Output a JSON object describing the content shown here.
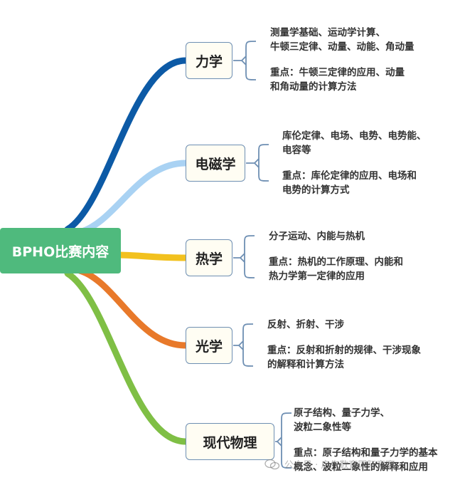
{
  "root": {
    "label": "BPHO比赛内容"
  },
  "topics": [
    {
      "label": "力学",
      "color": "#0c5aa6",
      "desc": [
        "测量学基础、运动学计算、",
        "牛顿三定律、动量、动能、角动量"
      ],
      "focus": [
        "重点：牛顿三定律的应用、动量",
        "和角动量的计算方法"
      ]
    },
    {
      "label": "电磁学",
      "color": "#a9d2f3",
      "desc": [
        "库伦定律、电场、电势、电势能、",
        "电容等"
      ],
      "focus": [
        "重点：库伦定律的应用、电场和",
        "电势的计算方式"
      ]
    },
    {
      "label": "热学",
      "color": "#f2c11e",
      "desc": [
        "分子运动、内能与热机"
      ],
      "focus": [
        "重点：热机的工作原理、内能和",
        "热力学第一定律的应用"
      ]
    },
    {
      "label": "光学",
      "color": "#e8792a",
      "desc": [
        "反射、折射、干涉"
      ],
      "focus": [
        "重点：反射和折射的规律、干涉现象",
        "的解释和计算方法"
      ]
    },
    {
      "label": "现代物理",
      "color": "#7fbf45",
      "desc": [
        "原子结构、量子力学、",
        "波粒二象性等"
      ],
      "focus": [
        "重点：原子结构和量子力学的基本",
        "概念、波粒二象性的解释和应用"
      ]
    }
  ],
  "watermark": {
    "text": "公众号 · 启先数育国际竞赛"
  },
  "icons": {
    "watermark": "wechat-icon"
  }
}
